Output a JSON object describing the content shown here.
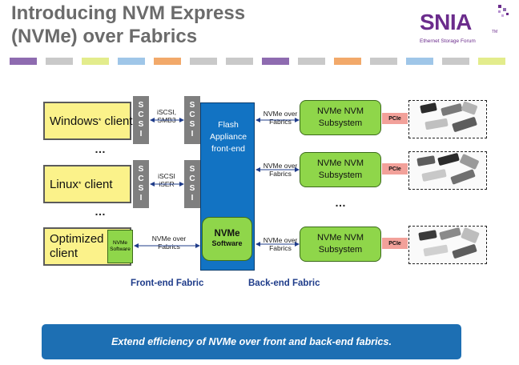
{
  "title": {
    "line1": "Introducing NVM Express",
    "line2": "(NVMe) over Fabrics"
  },
  "logo": {
    "name": "SNIA",
    "trademark": "TM",
    "subtitle": "Ethernet Storage Forum"
  },
  "colors": {
    "title": "#6b6b6b",
    "logo": "#6b2c8c",
    "client": "#fbf28a",
    "scsi": "#7f7f7f",
    "flash": "#1273c3",
    "nvme_green": "#8fd64a",
    "pcie": "#f2a19a",
    "fabric_label": "#1f3c8a",
    "banner": "#1d6fb3",
    "stripe": [
      "#8e6bb0",
      "#c9c9c9",
      "#e3ec8c",
      "#9fc6e8",
      "#f2a96a",
      "#c9c9c9",
      "#c9c9c9",
      "#8e6bb0",
      "#c9c9c9",
      "#f2a96a",
      "#c9c9c9",
      "#9fc6e8",
      "#c9c9c9",
      "#e3ec8c"
    ]
  },
  "clients": [
    {
      "name": "Windows",
      "sup": "*",
      "suffix": " client"
    },
    {
      "name": "Linux",
      "sup": "*",
      "suffix": " client"
    },
    {
      "name_line1": "Optimized",
      "name_line2": "client",
      "inner": "NVMe Software"
    }
  ],
  "ellipsis": "…",
  "scsi_letters": [
    "S",
    "C",
    "S",
    "I"
  ],
  "front_protocols": {
    "windows": [
      "iSCSI,",
      "SMB3"
    ],
    "linux": [
      "iSCSI",
      "iSER"
    ],
    "optimized": [
      "NVMe over",
      "Fabrics"
    ]
  },
  "flash": {
    "line1": "Flash",
    "line2": "Appliance",
    "line3": "front-end"
  },
  "nvme_software": {
    "line1": "NVMe",
    "line2": "Software"
  },
  "back_protocols": [
    "NVMe over",
    "Fabrics"
  ],
  "subsystems": [
    {
      "line1": "NVMe NVM",
      "line2": "Subsystem"
    },
    {
      "line1": "NVMe NVM",
      "line2": "Subsystem"
    },
    {
      "line1": "NVMe NVM",
      "line2": "Subsystem"
    }
  ],
  "pcie_label": "PCIe",
  "fabric_labels": {
    "front": "Front-end Fabric",
    "back": "Back-end Fabric"
  },
  "banner_text": "Extend efficiency of NVMe over front and back-end fabrics."
}
